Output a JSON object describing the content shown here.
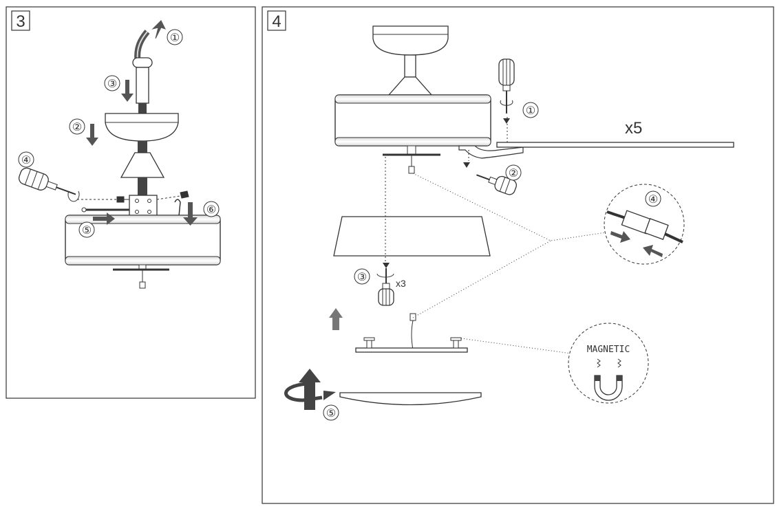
{
  "panels": [
    {
      "step": "3",
      "callouts": [
        "①",
        "②",
        "③",
        "④",
        "⑤",
        "⑥"
      ]
    },
    {
      "step": "4",
      "callouts": [
        "①",
        "②",
        "③",
        "④",
        "⑤"
      ],
      "blade_count": "x5",
      "screw_count": "x3",
      "magnetic_label": "MAGNETIC"
    }
  ],
  "colors": {
    "line": "#333333",
    "arrow": "#555555",
    "fill_dark": "#444444"
  }
}
